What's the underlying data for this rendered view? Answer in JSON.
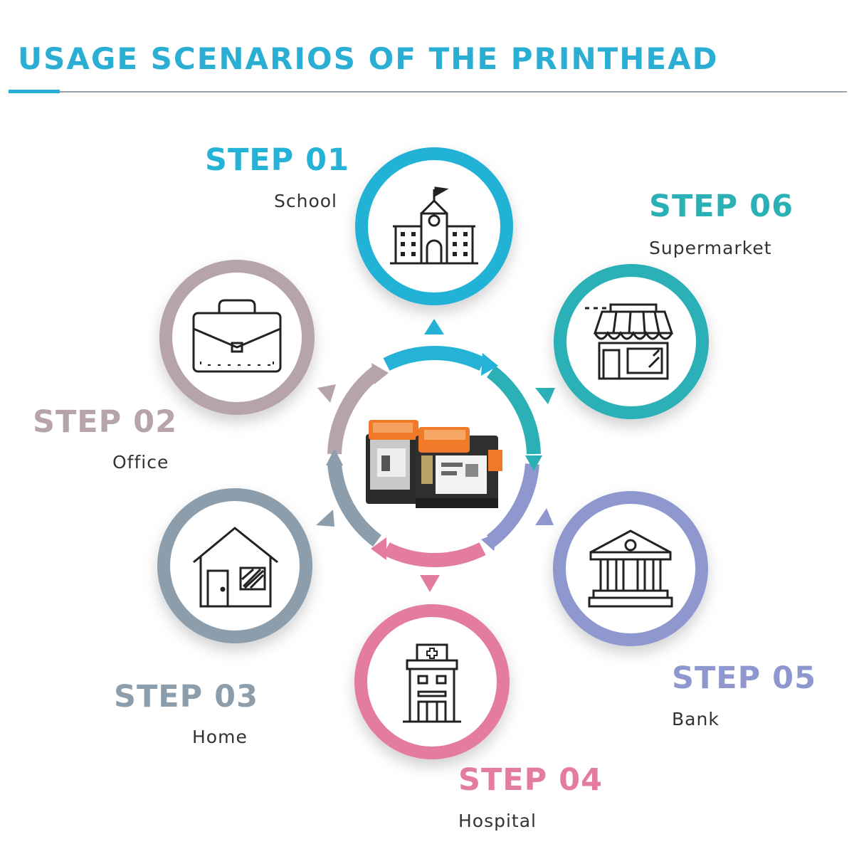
{
  "title": "USAGE SCENARIOS OF THE PRINTHEAD",
  "colors": {
    "school": "#24b2d6",
    "supermarket": "#2bb0b6",
    "bank": "#8e98cf",
    "hospital": "#e47c9e",
    "home": "#8c9eac",
    "office": "#b7a3ab",
    "title": "#2aaed3"
  },
  "steps": [
    {
      "label": "STEP 01",
      "name": "School",
      "icon": "school-icon"
    },
    {
      "label": "STEP 02",
      "name": "Office",
      "icon": "briefcase-icon"
    },
    {
      "label": "STEP 03",
      "name": "Home",
      "icon": "house-icon"
    },
    {
      "label": "STEP 04",
      "name": "Hospital",
      "icon": "hospital-icon"
    },
    {
      "label": "STEP 05",
      "name": "Bank",
      "icon": "bank-icon"
    },
    {
      "label": "STEP 06",
      "name": "Supermarket",
      "icon": "shop-icon"
    }
  ],
  "center": {
    "icon": "printhead-icon"
  }
}
